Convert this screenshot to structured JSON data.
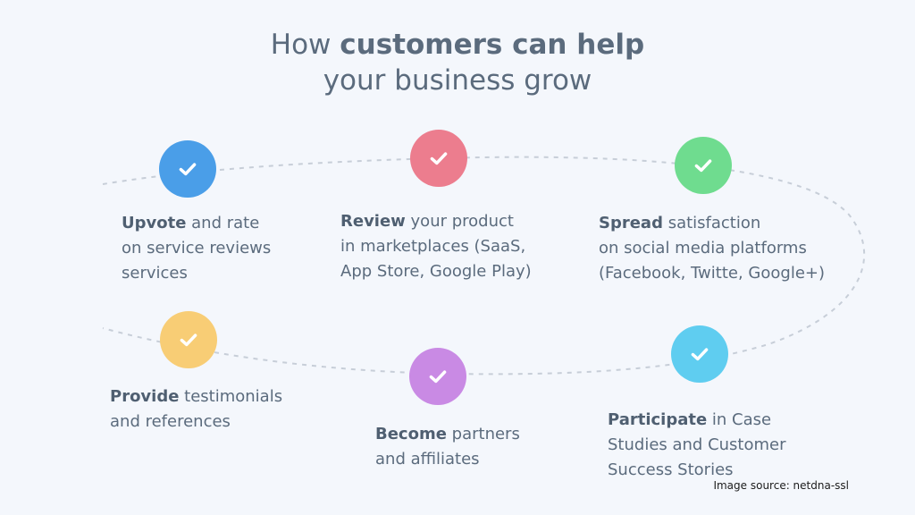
{
  "title": {
    "line1_pre": "How ",
    "line1_bold": "customers can help",
    "line2": "your business grow"
  },
  "colors": {
    "upvote": "#4a9ee8",
    "review": "#ec7d8e",
    "spread": "#6fdc8f",
    "provide": "#f8cd75",
    "become": "#c98ae4",
    "participate": "#5fcdf0",
    "path": "#c7ced8"
  },
  "icons": {
    "node": "check-icon"
  },
  "items": {
    "upvote": {
      "bold": "Upvote",
      "rest": " and rate",
      "line2": "on service reviews",
      "line3": "services"
    },
    "review": {
      "bold": "Review",
      "rest": " your product",
      "line2": "in marketplaces (SaaS,",
      "line3": "App Store, Google Play)"
    },
    "spread": {
      "bold": "Spread",
      "rest": " satisfaction",
      "line2": "on social media platforms",
      "line3": "(Facebook, Twitte, Google+)"
    },
    "provide": {
      "bold": "Provide",
      "rest": " testimonials",
      "line2": "and references"
    },
    "become": {
      "bold": "Become",
      "rest": " partners",
      "line2": "and affiliates"
    },
    "participate": {
      "bold": "Participate",
      "rest": " in Case",
      "line2": "Studies and Customer",
      "line3": "Success Stories"
    }
  },
  "source": "Image source: netdna-ssl"
}
